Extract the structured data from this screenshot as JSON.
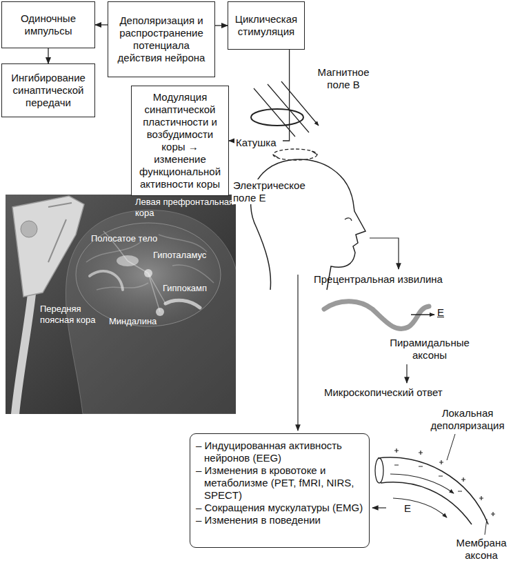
{
  "diagram": {
    "nodes": [
      {
        "text": [
          "Одиночные импульсы"
        ]
      },
      {
        "text": [
          "Деполяризация и распространение потенциала действия нейрона"
        ]
      },
      {
        "text": [
          "Циклическая стимуляция"
        ]
      },
      {
        "text": [
          "Ингибирование синаптической передачи"
        ]
      },
      {
        "text": [
          "Модуляция синаптической пластичности и возбудимости коры → изменение функциональной активности коры"
        ]
      },
      {
        "text": [
          "– Индуцированная активность нейронов (EEG)",
          "– Изменения в кровотоке и метаболизме (PET, fMRI, NIRS, SPECT)",
          "– Сокращения мускулатуры (EMG)",
          "– Изменения в поведении"
        ]
      }
    ],
    "edges": [
      {
        "from": 1,
        "to": 0,
        "arrow": "to"
      },
      {
        "from": 1,
        "to": 2,
        "arrow": "to"
      },
      {
        "from": 0,
        "to": 3,
        "arrow": "to"
      },
      {
        "from": 2,
        "to": 4,
        "arrow": "to"
      }
    ],
    "labels": [
      "Магнитное поле B",
      "Катушка",
      "Электрическое поле E",
      "Левая префронтальная кора",
      "Полосатое тело",
      "Гипоталамус",
      "Передняя поясная кора",
      "Гиппокамп",
      "Миндалина",
      "Прецентральная извилина",
      "E",
      "Пирамидальные аксоны",
      "Микроскопический ответ",
      "Локальная деполяризация",
      "E",
      "Мембрана аксона"
    ]
  }
}
